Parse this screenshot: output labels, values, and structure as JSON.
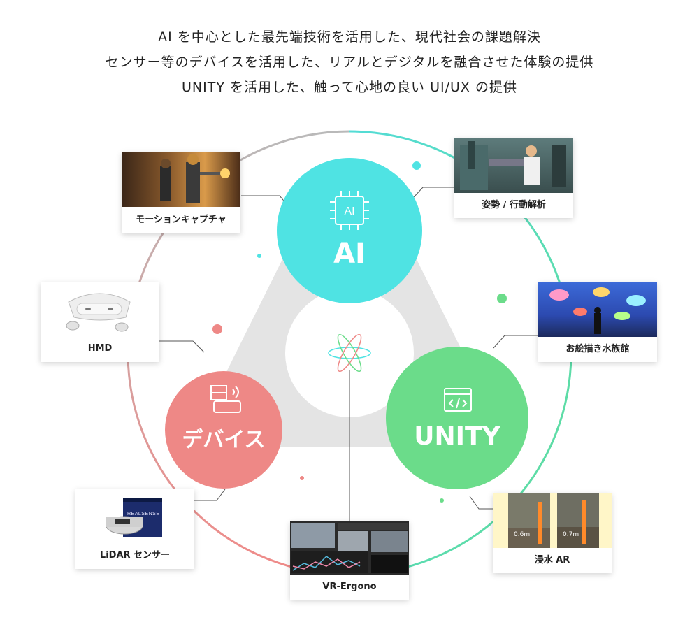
{
  "header": {
    "lines": [
      "AI を中心とした最先端技術を活用した、現代社会の課題解決",
      "センサー等のデバイスを活用した、リアルとデジタルを融合させた体験の提供",
      "UNITY を活用した、触って心地の良い UI/UX の提供"
    ]
  },
  "hubs": {
    "ai": {
      "label": "AI",
      "icon_text": "AI",
      "color": "#4fe3e3"
    },
    "device": {
      "label": "デバイス",
      "color": "#ee8886"
    },
    "unity": {
      "label": "UNITY",
      "color": "#6bdc8a"
    }
  },
  "cards": {
    "motion_capture": {
      "caption": "モーションキャプチャ",
      "icon": "motion-capture-photo"
    },
    "pose_analysis": {
      "caption": "姿勢 / 行動解析",
      "icon": "worker-photo"
    },
    "hmd": {
      "caption": "HMD",
      "icon": "vr-headset-photo"
    },
    "aquarium": {
      "caption": "お絵描き水族館",
      "icon": "aquarium-photo"
    },
    "lidar": {
      "caption": "LiDAR センサー",
      "icon": "lidar-sensor-photo",
      "box_text": "REALSENSE"
    },
    "vr_ergono": {
      "caption": "VR-Ergono",
      "icon": "software-screenshot"
    },
    "flood_ar": {
      "caption": "浸水 AR",
      "icon": "flood-ar-photo",
      "readings": [
        "0.6m",
        "0.7m"
      ]
    }
  },
  "colors": {
    "ring_left": "#f08a88",
    "ring_right": "#5fdc9a",
    "ring_top": "#54dcd6",
    "triangle": "#e4e4e4",
    "connector": "#555555"
  }
}
